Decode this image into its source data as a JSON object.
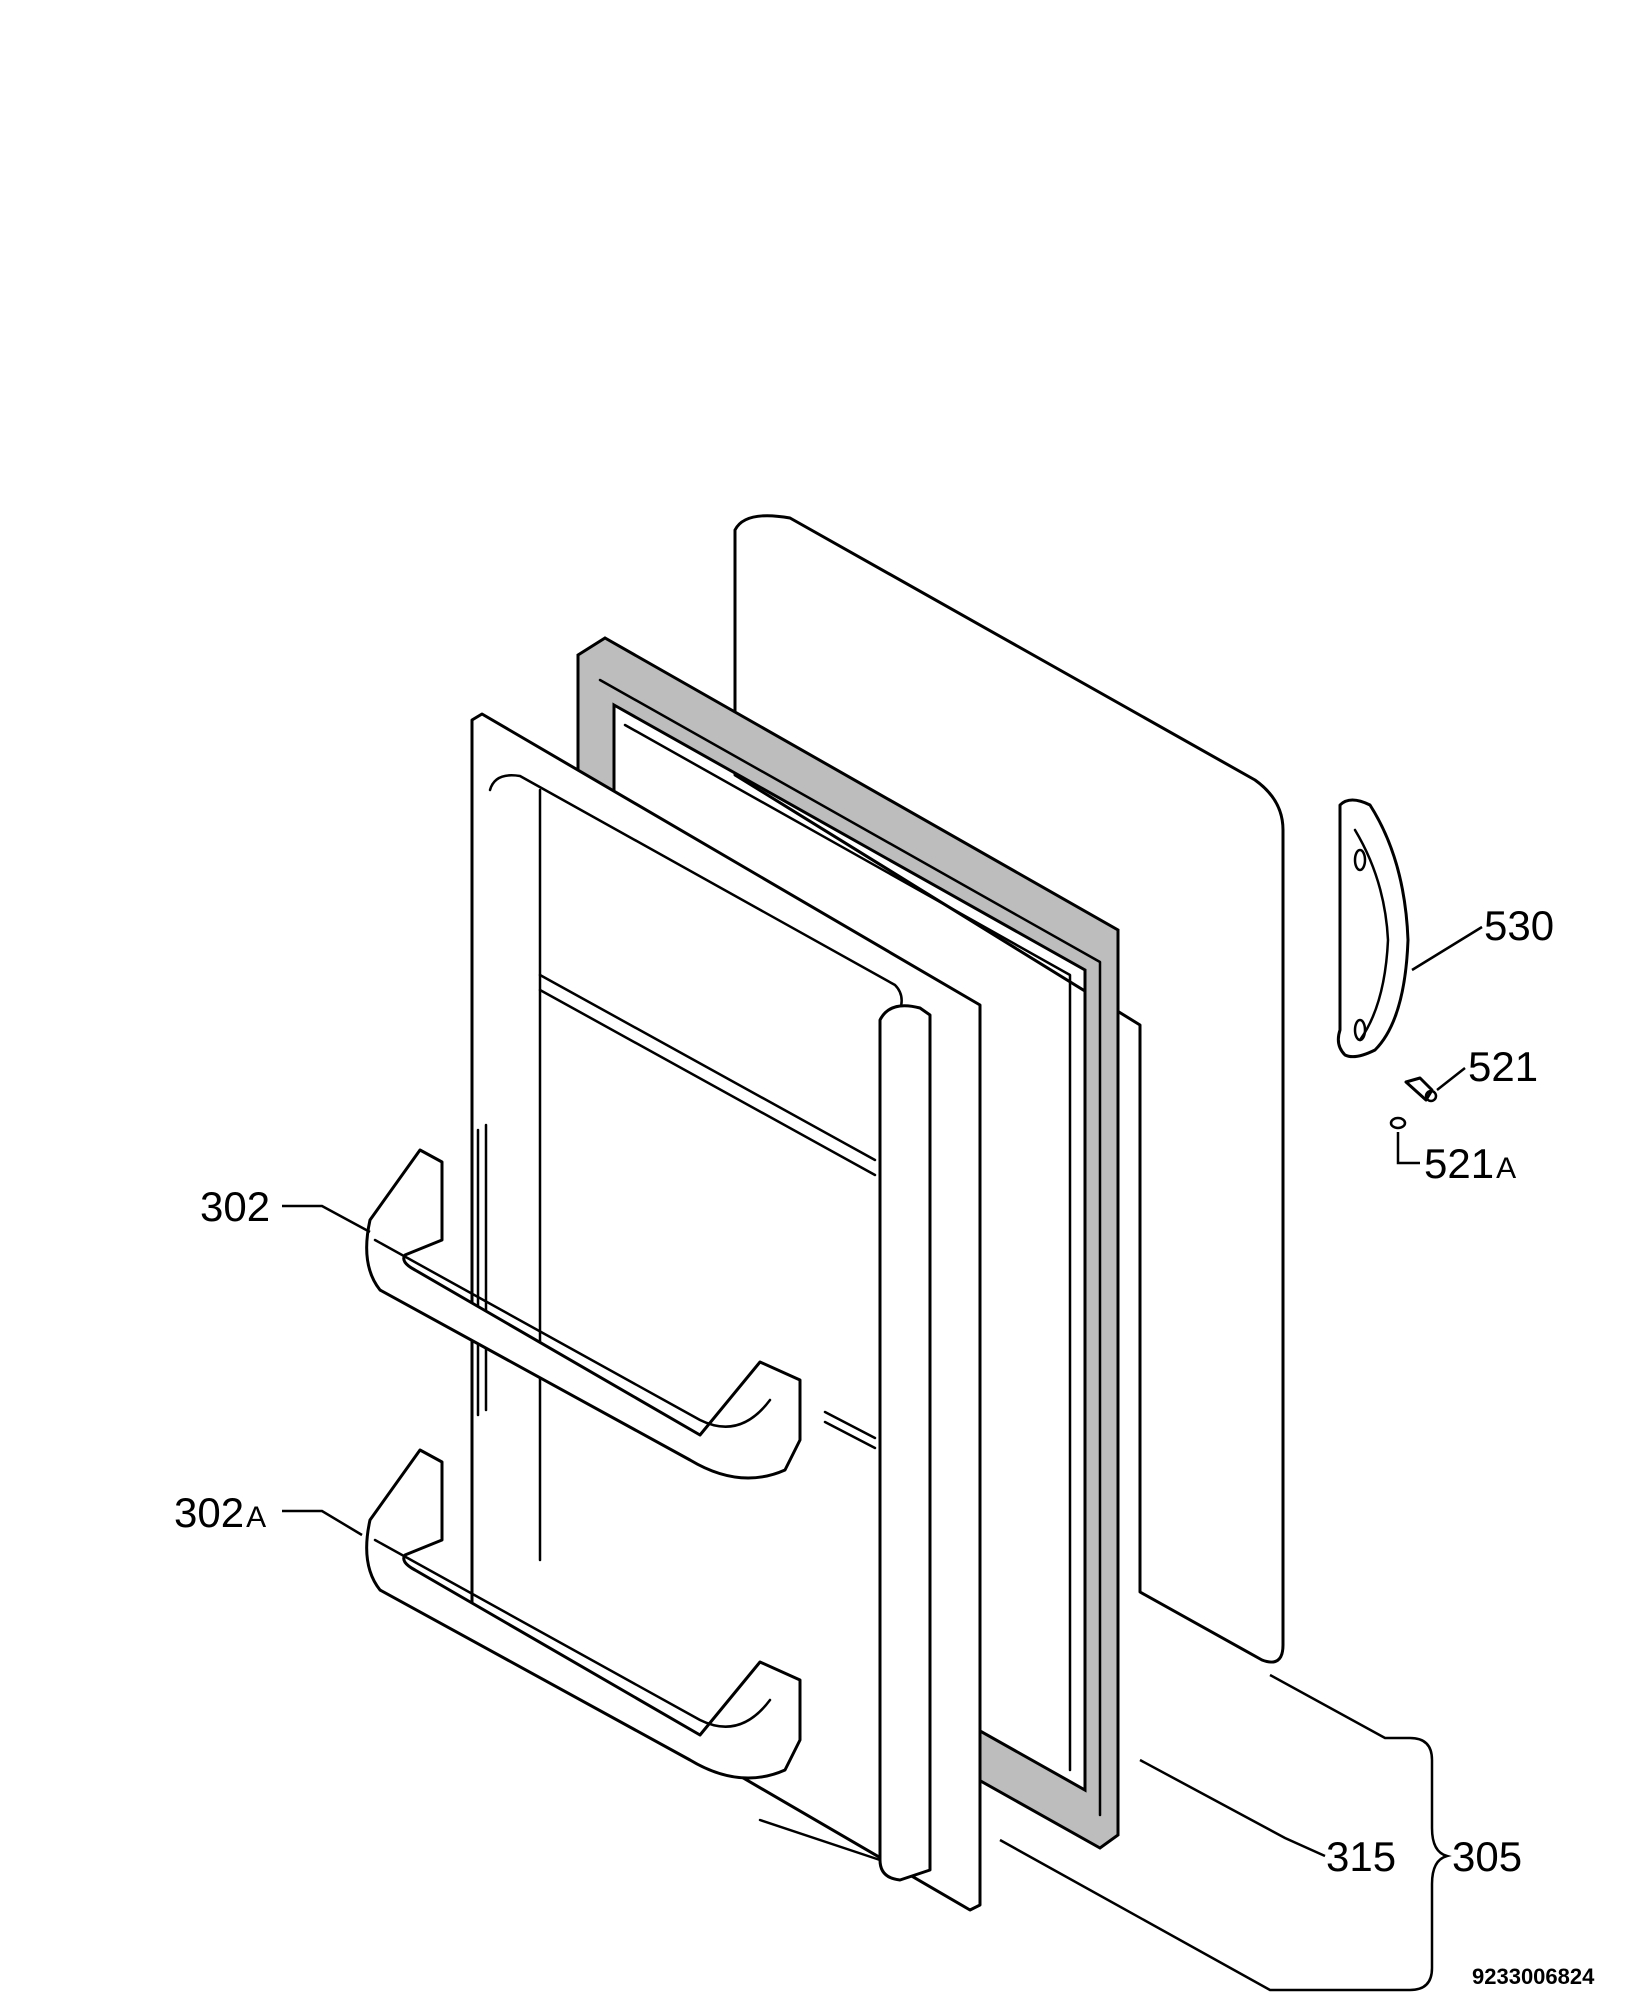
{
  "diagram": {
    "labels": {
      "p530": "530",
      "p521": "521",
      "p521a_num": "521",
      "p521a_suffix": "A",
      "p302": "302",
      "p302a_num": "302",
      "p302a_suffix": "A",
      "p315": "315",
      "p305": "305"
    },
    "reference_code": "9233006824"
  }
}
